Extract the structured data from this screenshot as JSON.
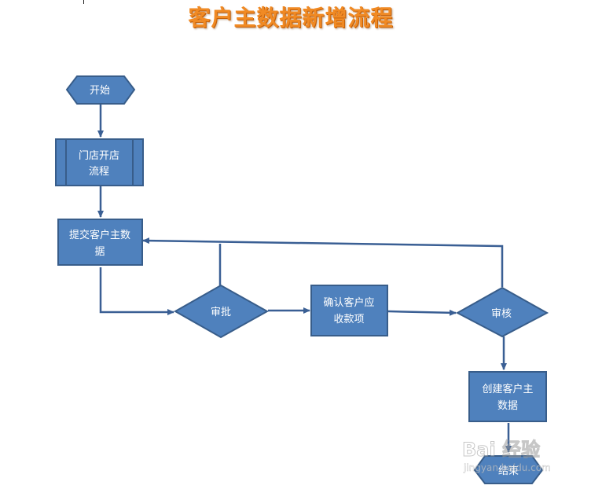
{
  "title": "客户主数据新增流程",
  "colors": {
    "node_fill": "#4f81bd",
    "node_stroke": "#385d8a",
    "connector": "#3a5f94",
    "title": "#f08a24"
  },
  "nodes": {
    "start": "开始",
    "store_opening": [
      "门店开店",
      "流程"
    ],
    "submit": [
      "提交客户主数",
      "据"
    ],
    "approve": "审批",
    "confirm": [
      "确认客户应",
      "收款项"
    ],
    "review": "审核",
    "create": [
      "创建客户主",
      "数据"
    ],
    "end": "结束"
  },
  "watermark": {
    "brand": "Bai 经验",
    "url": "jingyan.baidu.com"
  }
}
